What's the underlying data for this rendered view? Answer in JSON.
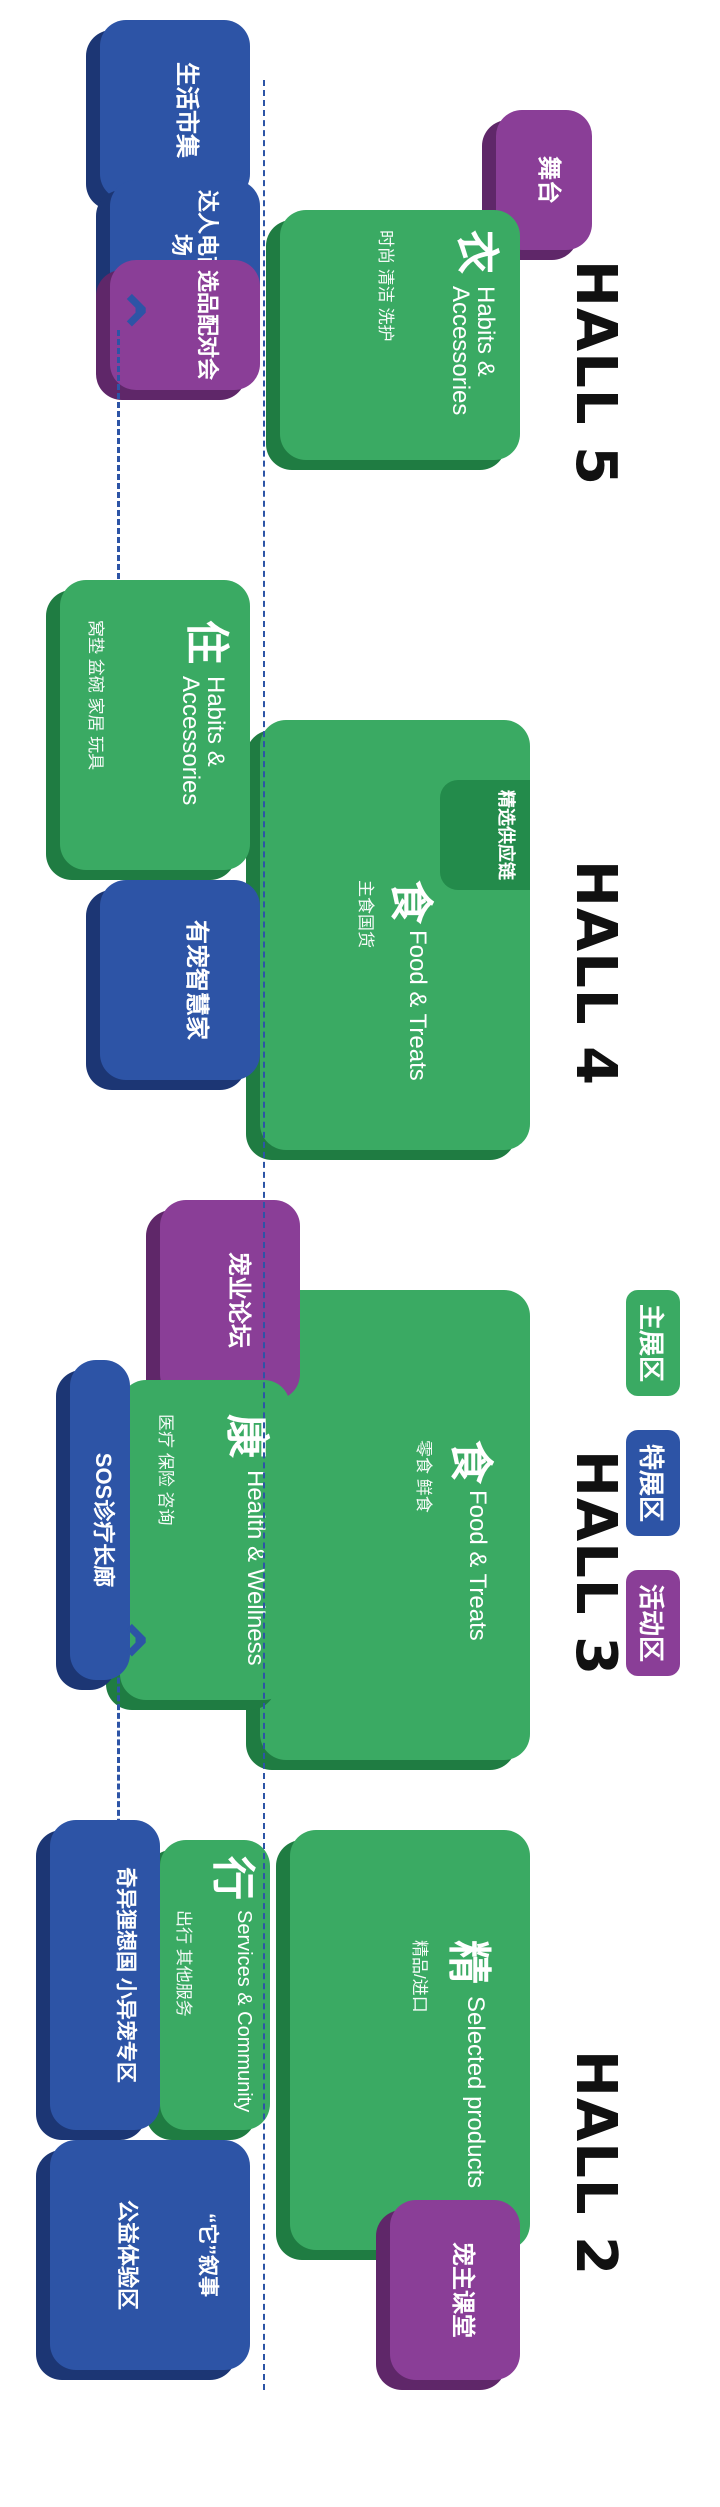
{
  "legend": [
    {
      "label": "主展区",
      "color": "#3aaa63"
    },
    {
      "label": "特展区",
      "color": "#2d54a6"
    },
    {
      "label": "活动区",
      "color": "#8a3e97"
    }
  ],
  "halls": {
    "hall5": {
      "title": "HALL 5",
      "main": {
        "char": "衣",
        "en": "Habits & Accessories",
        "sub": "时尚 清洁 洗护"
      },
      "stage": "舞台",
      "special": [
        "生活市集",
        "达人电商秀场"
      ],
      "event": "选品配对会"
    },
    "hall4": {
      "title": "HALL 4",
      "main": {
        "char": "食",
        "en": "Food & Treats",
        "sub": "主食国货"
      },
      "supply": "精选供应链",
      "live": {
        "char": "住",
        "en": "Habits & Accessories",
        "sub": "窝垫 盆碗 家居 玩具"
      },
      "special": "有宠智慧家"
    },
    "hall3": {
      "title": "HALL 3",
      "main": {
        "char": "食",
        "en": "Food & Treats",
        "sub": "零食 鲜食"
      },
      "health": {
        "char": "康",
        "en": "Health & Wellness",
        "sub": "医疗 保险 咨询"
      },
      "special": "SOS诊疗长廊",
      "event": "宠业论坛"
    },
    "hall2": {
      "title": "HALL 2",
      "main": {
        "char": "精",
        "en": "Selected products",
        "sub": "精品/进口"
      },
      "travel": {
        "char": "行",
        "en": "Services & Community",
        "sub": "出行 其他服务"
      },
      "special": [
        "奇异狸想国 小异宠专区",
        "公益体验区"
      ],
      "story": "“它”叙事",
      "event": "宠主课堂"
    }
  }
}
